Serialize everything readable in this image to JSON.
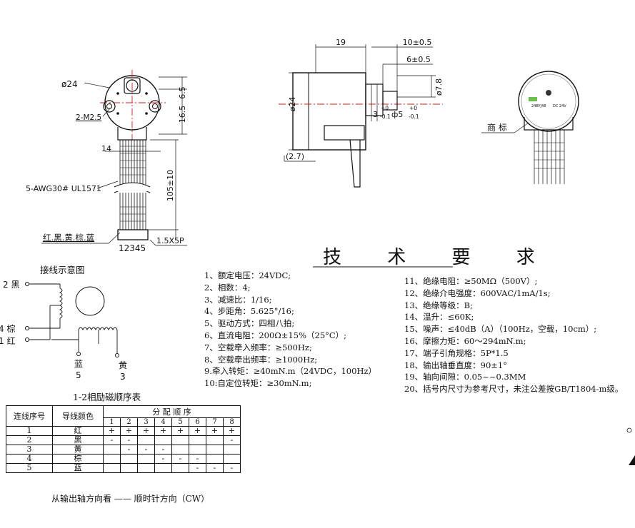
{
  "front_view": {
    "dim_diameter": "ø24",
    "dim_screw": "2-M2.5",
    "dim_6_5": "6.5",
    "dim_16_5": "16.5",
    "dim_14": "14",
    "dim_105": "105±10",
    "wire_spec": "5-AWG30# UL1571",
    "wire_colors_label": "红.黑.黄.棕.蓝",
    "pin_numbers": "12345",
    "connector_pitch": "1.5X5P"
  },
  "side_view": {
    "dim_19": "19",
    "dim_10": "10±0.5",
    "dim_6": "6±0.5",
    "dim_phi24": "ø24",
    "dim_phi7_8": "ø7.8",
    "dim_3": "3",
    "dim_3_tol_top": "+0",
    "dim_3_tol_bottom": "-0.1",
    "dim_phi5": "ф5",
    "dim_phi5_tol_top": "+0",
    "dim_phi5_tol_bottom": "-0.1",
    "dim_2_7": "(2.7)"
  },
  "label_view": {
    "trademark_label": "商 标",
    "model_text": "24BYJ48",
    "voltage_text": "DC 24V"
  },
  "wiring": {
    "title": "接线示意图",
    "terminal_2": "2 黑",
    "terminal_4": "4 棕",
    "terminal_1": "1 红",
    "blue_label": "蓝",
    "blue_num": "5",
    "yellow_label": "黄",
    "yellow_num": "3"
  },
  "tech_requirements": {
    "title": "技 术 要 求",
    "left": [
      "1、额定电压：24VDC;",
      "2、相数：4;",
      "3、减速比：1/16;",
      "4、步距角：5.625°/16;",
      "5、驱动方式：四相八拍;",
      "6、直流电阻：200Ω±15%（25°C）;",
      "7、空载牵入频率：≥500Hz;",
      "8、空载牵出频率：≥1000Hz;",
      "9.牵入转矩：≥40mN.m（24VDC，100Hz）",
      "10:自定位转矩：≥30mN.m;"
    ],
    "right": [
      "11、绝缘电阻：≥50MΩ（500V）;",
      "12、绝缘介电强度：600VAC/1mA/1s;",
      "13、绝缘等级：B;",
      "14、温升：≤60K;",
      "15、噪声：≤40dB（A）（100Hz，空载，10cm）;",
      "16、摩擦力矩：60～294mN.m;",
      "17、端子引角规格：5P*1.5",
      "18、输出轴垂直度：90±1°",
      "19、轴向间隙：0.05~~0.3MM",
      "20、括号内尺寸为参考尺寸，未注公差按GB/T1804-m级。"
    ]
  },
  "sequence_table": {
    "title": "1-2相励磁顺序表",
    "header_wire_no": "连线序号",
    "header_wire_color": "导线颜色",
    "header_sequence": "分 配 顺 序",
    "steps": [
      "1",
      "2",
      "3",
      "4",
      "5",
      "6",
      "7",
      "8"
    ],
    "rows": [
      {
        "no": "1",
        "color": "红",
        "cells": [
          "+",
          "+",
          "+",
          "+",
          "+",
          "+",
          "+",
          "+"
        ]
      },
      {
        "no": "2",
        "color": "黑",
        "cells": [
          "-",
          "-",
          "",
          "",
          "",
          "",
          "",
          "-"
        ]
      },
      {
        "no": "3",
        "color": "黄",
        "cells": [
          "",
          "-",
          "-",
          "-",
          "",
          "",
          "",
          ""
        ]
      },
      {
        "no": "4",
        "color": "棕",
        "cells": [
          "",
          "",
          "",
          "-",
          "-",
          "-",
          "",
          ""
        ]
      },
      {
        "no": "5",
        "color": "蓝",
        "cells": [
          "",
          "",
          "",
          "",
          "",
          "-",
          "-",
          "-"
        ]
      }
    ],
    "note": "从输出轴方向看 —— 顺时针方向（CW）"
  },
  "colors": {
    "line": "#111111",
    "center_line": "#d11a1a",
    "label_gray": "#777777"
  }
}
